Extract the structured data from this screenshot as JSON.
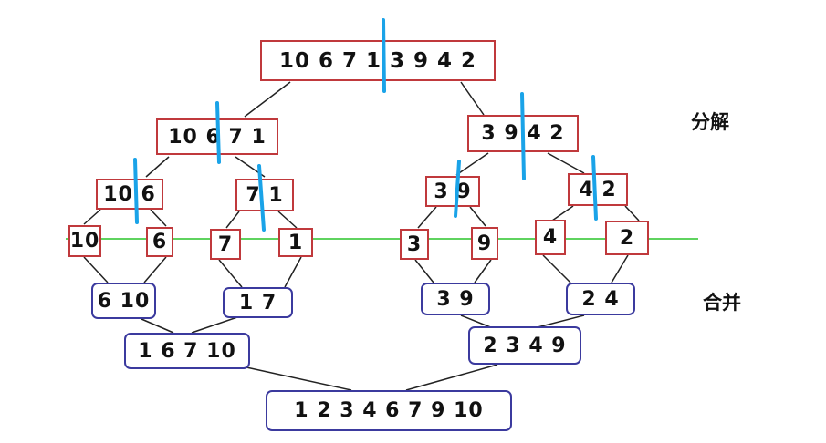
{
  "labels": {
    "split": "分解",
    "merge": "合并"
  },
  "colors": {
    "split_border": "#c0393c",
    "merge_border": "#3b3a9e",
    "divider": "#1aa3e8",
    "level_line": "#5fd35f",
    "connector": "#222222"
  },
  "split": {
    "root": "10 6 7 1 3 9 4 2",
    "l1_left": "10 6 7 1",
    "l1_right": "3 9 4 2",
    "l2_a": "10 6",
    "l2_b": "7 1",
    "l2_c": "3 9",
    "l2_d": "4 2",
    "leaf_1": "10",
    "leaf_2": "6",
    "leaf_3": "7",
    "leaf_4": "1",
    "leaf_5": "3",
    "leaf_6": "9",
    "leaf_7": "4",
    "leaf_8": "2"
  },
  "merge": {
    "m1_a": "6 10",
    "m1_b": "1 7",
    "m1_c": "3 9",
    "m1_d": "2 4",
    "m2_left": "1 6 7 10",
    "m2_right": "2 3 4 9",
    "result": "1 2 3 4 6 7 9 10"
  }
}
